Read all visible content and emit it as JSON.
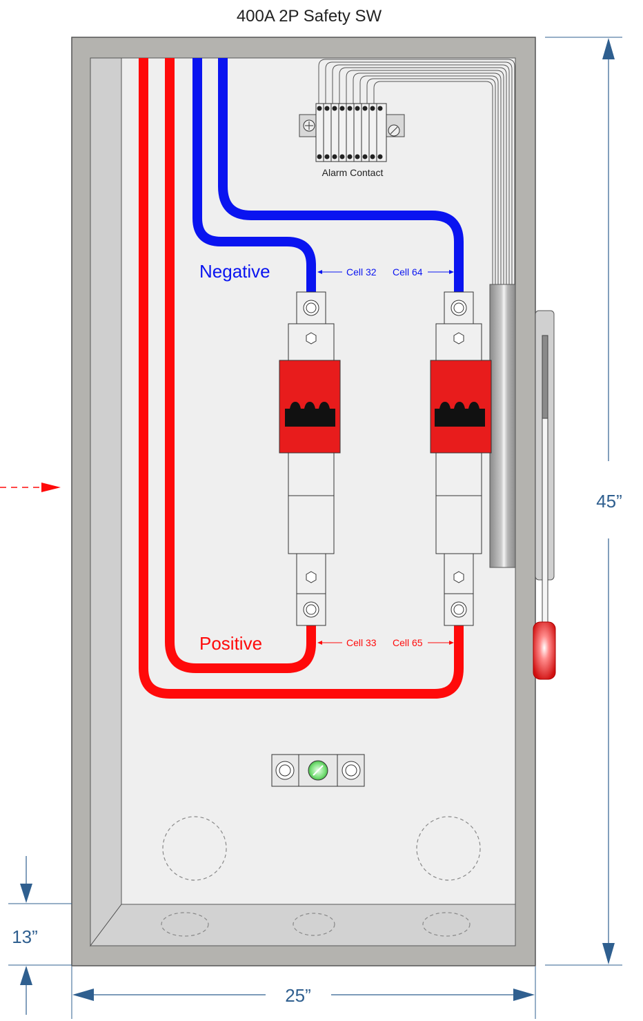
{
  "title": "400A 2P Safety SW",
  "alarm_label": "Alarm Contact",
  "negative_label": "Negative",
  "positive_label": "Positive",
  "cells": {
    "top_left": "Cell 32",
    "top_right": "Cell 64",
    "bottom_left": "Cell 33",
    "bottom_right": "Cell 65"
  },
  "dimensions": {
    "height": "45”",
    "width": "25”",
    "depth": "13”"
  },
  "colors": {
    "negative": "#0a14f0",
    "positive": "#ff0a0a",
    "dimension": "#2f5f8f",
    "fuse_holder": "#e81c1c",
    "indicator": "#5ad85a"
  }
}
